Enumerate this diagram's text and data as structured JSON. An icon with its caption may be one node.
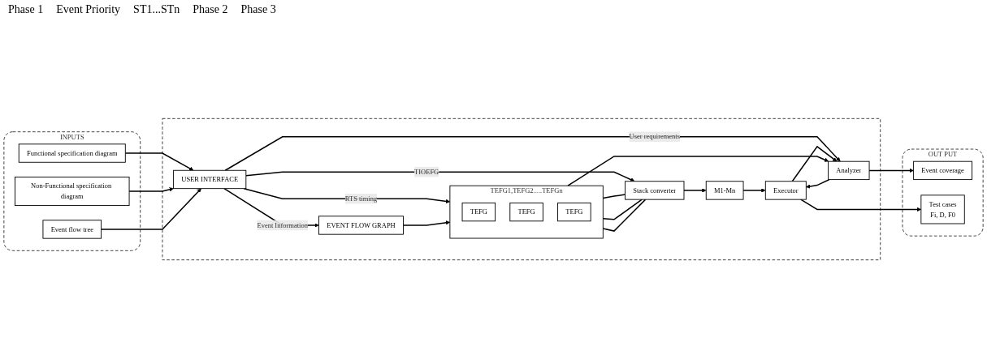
{
  "diagram": {
    "nodes": [
      {
        "text": [
          "INPUTS"
        ]
      },
      {
        "text": [
          "Functional specification diagram"
        ],
        "in": 0
      },
      {
        "text": [
          "Non-Functional specification diagram"
        ],
        "in": 0
      },
      {
        "text": [
          "Event flow tree"
        ],
        "in": 0
      },
      {
        "text": [],
        "shape": "box"
      },
      {
        "text": [
          "USER INTERFACE"
        ],
        "in": 4
      },
      {
        "text": [
          "EVENT FLOW GRAPH"
        ],
        "in": 4
      },
      {
        "text": [
          "TEFG1,TEFG2.....TEFGn"
        ],
        "in": 4
      },
      {
        "text": [
          "TEFG"
        ],
        "in": 7
      },
      {
        "text": [
          "TEFG"
        ],
        "in": 7
      },
      {
        "text": [
          "TEFG"
        ],
        "in": 7
      },
      {
        "text": [
          "Stack converter"
        ],
        "in": 4
      },
      {
        "text": [
          "M1-Mn"
        ],
        "in": 4
      },
      {
        "text": [
          "Analyzer"
        ],
        "in": 4
      },
      {
        "text": [
          "Executor"
        ],
        "in": 4
      },
      {
        "text": [
          "OUT PUT"
        ]
      },
      {
        "text": [
          "Event coverage"
        ],
        "in": 15
      },
      {
        "text": [
          "Test cases",
          "Fi, D, F0"
        ],
        "in": 15
      }
    ],
    "edges": [
      {
        "from": 1,
        "to": 5,
        "arrow": "to"
      },
      {
        "from": 2,
        "to": 5,
        "arrow": "to"
      },
      {
        "from": 3,
        "to": 5,
        "arrow": "to"
      },
      {
        "from": 5,
        "to": 13,
        "label": "User requirements",
        "arrow": "to"
      },
      {
        "from": 5,
        "to": 6,
        "label": "Event Information",
        "arrow": "to"
      },
      {
        "from": 5,
        "to": 7,
        "label": "RTS timing",
        "arrow": "to"
      },
      {
        "from": 5,
        "to": 11,
        "label": "TIOEFG",
        "arrow": "to"
      },
      {
        "from": 6,
        "to": 7,
        "arrow": "to"
      },
      {
        "from": 7,
        "to": 11,
        "arrow": "none"
      },
      {
        "from": 7,
        "to": 11,
        "arrow": "none"
      },
      {
        "from": 7,
        "to": 11,
        "arrow": "none"
      },
      {
        "from": 7,
        "to": 13,
        "arrow": "to"
      },
      {
        "from": 11,
        "to": 12,
        "arrow": "to"
      },
      {
        "from": 12,
        "to": 14,
        "arrow": "to"
      },
      {
        "from": 14,
        "to": 13,
        "arrow": "to"
      },
      {
        "from": 13,
        "to": 14,
        "arrow": "to"
      },
      {
        "from": 13,
        "to": 16,
        "arrow": "to"
      },
      {
        "from": 14,
        "to": 17,
        "arrow": "to"
      }
    ],
    "labels": [
      "Phase 1",
      "Event Priority",
      "ST1...STn",
      "Phase 2",
      "Phase 3"
    ]
  }
}
